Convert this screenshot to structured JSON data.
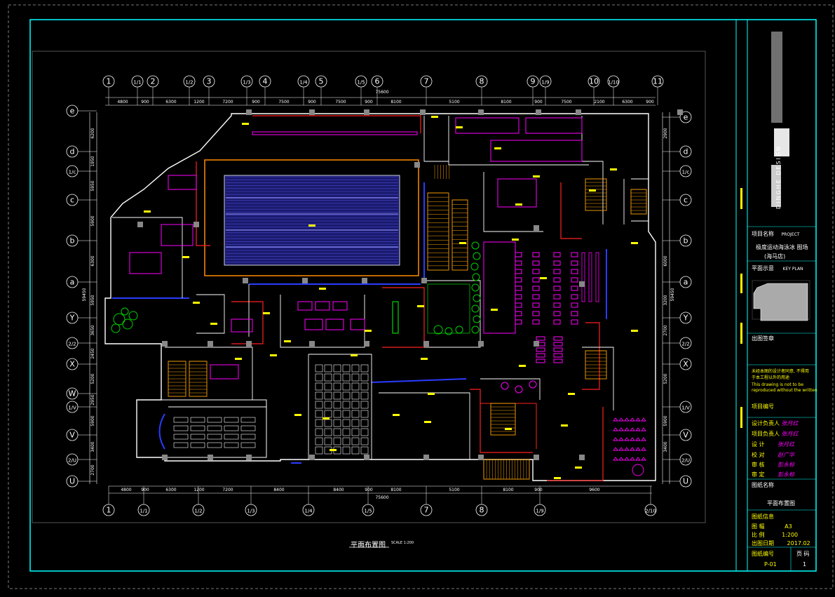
{
  "drawing": {
    "title": "平面布置图",
    "scale": "SCALE 1:200"
  },
  "axes": {
    "top": [
      "1",
      "1/1",
      "2",
      "1/2",
      "3",
      "1/3",
      "4",
      "1/4",
      "5",
      "1/5",
      "6",
      "7",
      "8",
      "9",
      "1/9",
      "10",
      "1/10",
      "11"
    ],
    "bottom": [
      "1",
      "1/1",
      "1/2",
      "1/3",
      "1/4",
      "1/5",
      "7",
      "8",
      "1/9",
      "2/10"
    ],
    "left": [
      "e",
      "d",
      "1/c",
      "c",
      "b",
      "a",
      "Y",
      "2/2",
      "X",
      "W",
      "1/V",
      "V",
      "2/U",
      "U"
    ],
    "right": [
      "e",
      "d",
      "1/c",
      "c",
      "b",
      "a",
      "Y",
      "2/2",
      "X",
      "1/V",
      "V",
      "2/U",
      "U"
    ]
  },
  "dimensions": {
    "top_total": "75600",
    "bottom_total": "75600",
    "left_total": "59450",
    "right_total": "59450",
    "top": [
      "4800",
      "900",
      "6300",
      "1200",
      "7200",
      "900",
      "7500",
      "900",
      "7500",
      "900",
      "8100",
      "5100",
      "8100",
      "900",
      "7500",
      "2100",
      "6300",
      "900"
    ],
    "bottom": [
      "4800",
      "900",
      "6300",
      "1200",
      "7200",
      "8400",
      "8400",
      "900",
      "8100",
      "5100",
      "8100",
      "900",
      "9600"
    ],
    "left": [
      "6200",
      "1950",
      "5950",
      "5900",
      "6300",
      "5950",
      "3650",
      "2450",
      "5200",
      "2950",
      "5900",
      "3400",
      "2700"
    ],
    "right": [
      "2900",
      "6000",
      "3200",
      "2700",
      "5200",
      "5900",
      "3400"
    ]
  },
  "title_block": {
    "project_label": "项目名称",
    "project_label_en": "PROJECT",
    "project_name": "极度运动海泳冰 图场",
    "project_sub": "(海马店)",
    "key_plan_label": "平面示意",
    "key_plan_en": "KEY PLAN",
    "stamp_label": "出图签章",
    "notice_lines": [
      "未经本图的设计者同意, 不得用",
      "于本工程以外的用途",
      "This drawing is not to be",
      "reproduced without the written"
    ],
    "section_label": "项目编号",
    "rows": [
      {
        "label": "设计负责人",
        "sig": "张月红"
      },
      {
        "label": "项目负责人",
        "sig": "张月红"
      },
      {
        "label": "设  计",
        "sig": "张月红"
      },
      {
        "label": "校  对",
        "sig": "赵广华"
      },
      {
        "label": "审  核",
        "sig": "彭永标"
      },
      {
        "label": "审  定",
        "sig": "彭永标"
      }
    ],
    "drawing_name_label": "图纸名称",
    "drawing_name": "平面布置图",
    "info_label": "图纸信息",
    "scale_label": "比  例",
    "scale_value": "1:200",
    "sheet_label": "图  幅",
    "sheet_value": "A3",
    "date_label": "出图日期",
    "date_value": "2017.02",
    "number_label": "图纸编号",
    "page_label": "页  码",
    "number_value": "P-01",
    "page_value": "1",
    "brand": "DINGHE DESIGN"
  },
  "colors": {
    "frame": "#00ffff",
    "wall": "#ffffff",
    "magenta": "#ff00ff",
    "yellow": "#ffff00",
    "red": "#ff0000",
    "blue": "#0000ff",
    "orange": "#ff8c00",
    "green": "#00ff00"
  }
}
